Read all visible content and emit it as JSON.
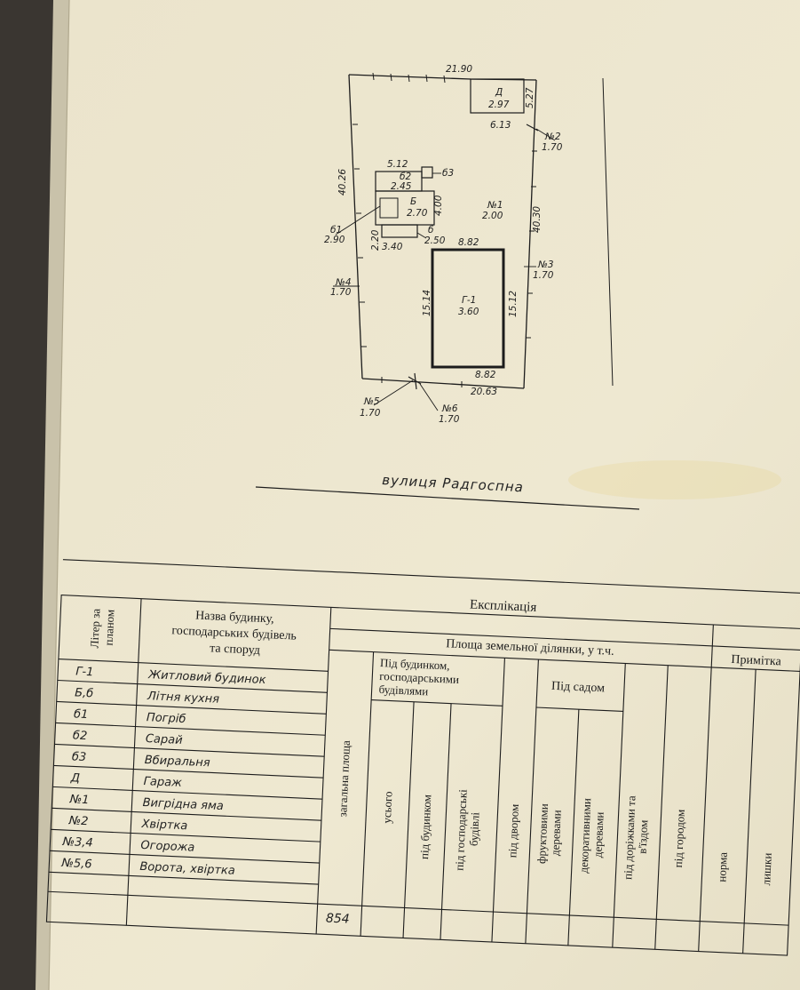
{
  "plan": {
    "street": "вулиця  Радгоспна",
    "dim_top": "21.90",
    "dim_left": "40.26",
    "dim_right": "40.30",
    "dim_bottom": "20.63",
    "dim_d_right": "5.27",
    "dim_d_bottom": "6.13",
    "d_label": "Д",
    "d_value": "2.97",
    "b2_width": "5.12",
    "b2_label": "б2",
    "b2_value": "2.45",
    "b3_label": "б3",
    "b_label": "Б",
    "b_value": "2.70",
    "b_side": "4.00",
    "b_small_label": "б",
    "b_small_value": "2.50",
    "b1_label": "б1",
    "b1_value": "2.90",
    "b_dim_220": "2.20",
    "b_dim_340": "3.40",
    "g_label": "Г-1",
    "g_value": "3.60",
    "g_top": "8.82",
    "g_bottom": "8.82",
    "g_left": "15.14",
    "g_right": "15.12",
    "n1_label": "№1",
    "n1_value": "2.00",
    "n2_label": "№2",
    "n2_value": "1.70",
    "n3_label": "№3",
    "n3_value": "1.70",
    "n4_label": "№4",
    "n4_value": "1.70",
    "n5_label": "№5",
    "n5_value": "1.70",
    "n6_label": "№6",
    "n6_value": "1.70"
  },
  "table": {
    "title": "Експлікація",
    "col_letter": [
      "Літер за",
      "планом"
    ],
    "col_name": [
      "Назва будинку,",
      "господарських будівель",
      "та споруд"
    ],
    "area_header": "Площа земельної ділянки, у т.ч.",
    "note_header": "Примітка",
    "total_area": "загальна площа",
    "under_buildings": [
      "Під будинком,",
      "господарськими",
      "будівлями"
    ],
    "all": "усього",
    "under_house": "під будинком",
    "under_outbuildings": [
      "під господарські",
      "будівлі"
    ],
    "under_yard": "під двором",
    "under_garden": "Під садом",
    "fruit_trees": [
      "фруктовими",
      "деревами"
    ],
    "decorative_trees": [
      "декоративними",
      "деревами"
    ],
    "paths": [
      "під доріжками та",
      "в'їздом"
    ],
    "vegetable": "під городом",
    "norm": "норма",
    "excess": "лишки",
    "total_value": "854",
    "rows": [
      {
        "letter": "Г-1",
        "name": "Житловий будинок"
      },
      {
        "letter": "Б,б",
        "name": "Літня кухня"
      },
      {
        "letter": "б1",
        "name": "Погріб"
      },
      {
        "letter": "б2",
        "name": "Сарай"
      },
      {
        "letter": "б3",
        "name": "Вбиральня"
      },
      {
        "letter": "Д",
        "name": "Гараж"
      },
      {
        "letter": "№1",
        "name": "Вигрідна яма"
      },
      {
        "letter": "№2",
        "name": "Хвіртка"
      },
      {
        "letter": "№3,4",
        "name": "Огорожа"
      },
      {
        "letter": "№5,6",
        "name": "Ворота, хвіртка"
      }
    ]
  },
  "colors": {
    "paper": "#ede6ce",
    "ink": "#1c1c1c",
    "background": "#3a3631"
  }
}
